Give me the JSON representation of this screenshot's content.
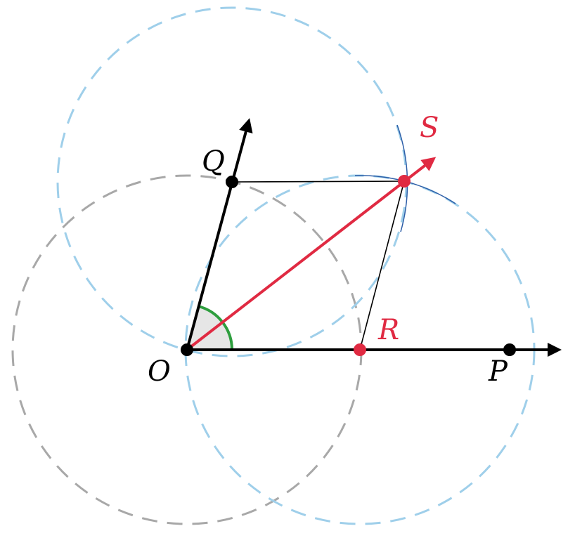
{
  "labels": {
    "O": "O",
    "P": "P",
    "Q": "Q",
    "R": "R",
    "S": "S"
  },
  "colors": {
    "black": "#000000",
    "red": "#e02a42",
    "green": "#2e9e3e",
    "gray_circle": "#a8a8a8",
    "blue_circle": "#9fcfea",
    "arc_blue": "#2e5fa8",
    "angle_fill": "#e6e6e6"
  }
}
